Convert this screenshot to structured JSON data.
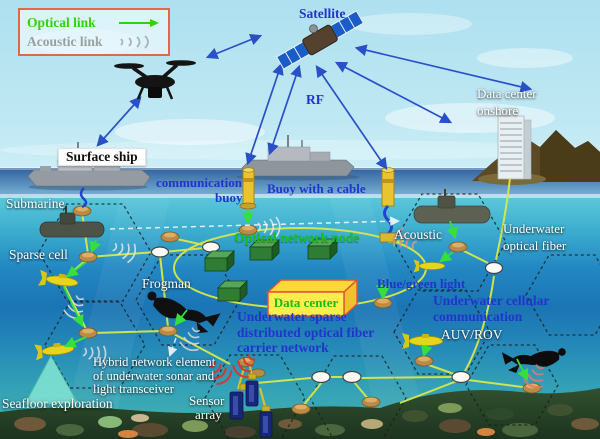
{
  "labels": {
    "legend_optical": "Optical link",
    "legend_acoustic": "Acoustic link",
    "satellite": "Satellite",
    "rf": "RF",
    "data_center_onshore_l1": "Data center",
    "data_center_onshore_l2": "onshore",
    "surface_ship": "Surface ship",
    "communication_buoy_l1": "communication",
    "communication_buoy_l2": "buoy",
    "buoy_with_cable": "Buoy with a cable",
    "submarine": "Submarine",
    "sparse_cell": "Sparse cell",
    "optical_network_node": "Optical network node",
    "acoustic": "Acoustic",
    "underwater_optical_fiber_l1": "Underwater",
    "underwater_optical_fiber_l2": "optical fiber",
    "frogman": "Frogman",
    "data_center": "Data center",
    "carrier_network_l1": "Underwater sparse",
    "carrier_network_l2": "distributed optical fiber",
    "carrier_network_l3": "carrier network",
    "blue_green_light": "Blue/green light",
    "underwater_cellular_l1": "Underwater cellular",
    "underwater_cellular_l2": "communication",
    "auv_rov": "AUV/ROV",
    "hybrid_l1": "Hybrid network element",
    "hybrid_l2": "of underwater sonar and",
    "hybrid_l3": "light transceiver",
    "seafloor_exploration": "Seafloor exploration",
    "sensor_array_l1": "Sensor",
    "sensor_array_l2": "array"
  },
  "colors": {
    "optical_link_green": "#2ed500",
    "acoustic_link_gray": "#98a0a0",
    "rf_link_blue": "#2a50c8",
    "fiber_yellow": "#d8e84a",
    "legend_border_orange": "#e06848",
    "label_blue": "#2135cc",
    "node_label_green": "#15c31c",
    "data_center_box_yellow": "#ffec4d",
    "acoustic_wave_red": "#d83828"
  }
}
